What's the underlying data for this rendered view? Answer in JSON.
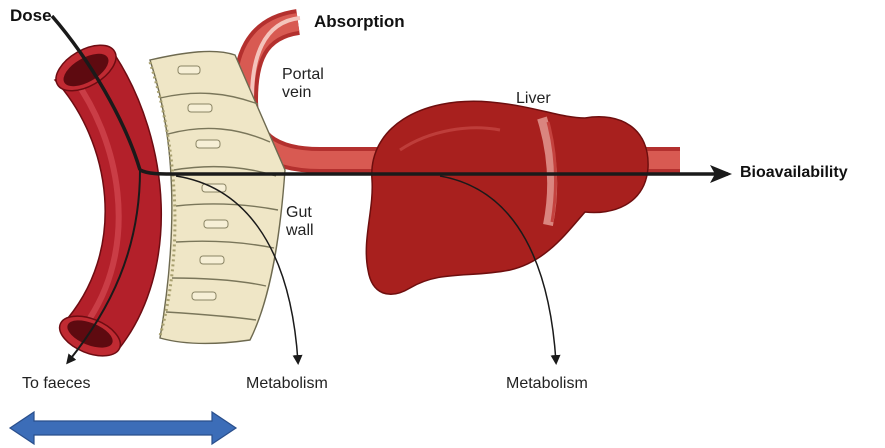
{
  "labels": {
    "dose": "Dose",
    "absorption": "Absorption",
    "portal_vein": [
      "Portal",
      "vein"
    ],
    "liver": "Liver",
    "bioavailability": "Bioavailability",
    "gut_wall": [
      "Gut",
      "wall"
    ],
    "to_faeces": "To faeces",
    "metabolism_gut": "Metabolism",
    "metabolism_liver": "Metabolism"
  },
  "icons": {
    "double_arrow": "double-headed-arrow-icon"
  },
  "colors": {
    "intestine": "#b3202a",
    "intestine_dark": "#7a0f16",
    "vein": "#c4423e",
    "vein_light": "#f0b0a8",
    "liver": "#a8201e",
    "liver_dark": "#6e0e0e",
    "gut_wall": "#efe6c6",
    "pathway": "#1a1a1a",
    "double_arrow": "#3c6db8"
  }
}
